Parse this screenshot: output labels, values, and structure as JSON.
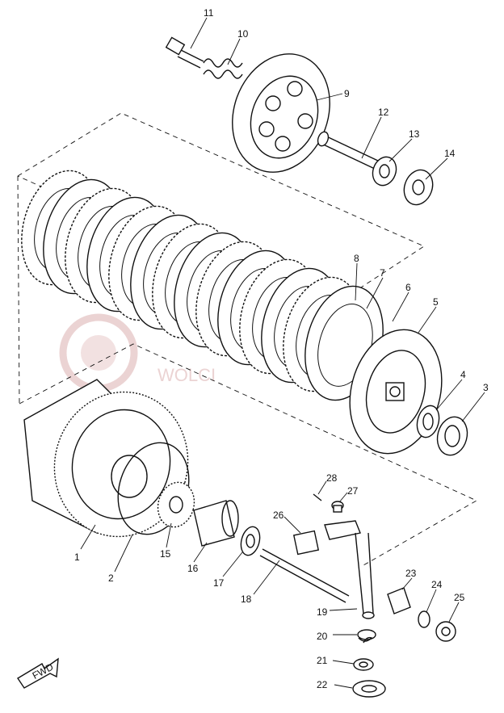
{
  "watermark": {
    "text": "WOLCI",
    "color": "#e7c9c9"
  },
  "fwd_arrow": {
    "label": "FWD"
  },
  "callouts": [
    {
      "id": "c11",
      "num": "11"
    },
    {
      "id": "c10",
      "num": "10"
    },
    {
      "id": "c9",
      "num": "9"
    },
    {
      "id": "c12",
      "num": "12"
    },
    {
      "id": "c13",
      "num": "13"
    },
    {
      "id": "c14",
      "num": "14"
    },
    {
      "id": "c8",
      "num": "8"
    },
    {
      "id": "c7",
      "num": "7"
    },
    {
      "id": "c6",
      "num": "6"
    },
    {
      "id": "c5",
      "num": "5"
    },
    {
      "id": "c4",
      "num": "4"
    },
    {
      "id": "c3",
      "num": "3"
    },
    {
      "id": "c1",
      "num": "1"
    },
    {
      "id": "c2",
      "num": "2"
    },
    {
      "id": "c15",
      "num": "15"
    },
    {
      "id": "c16",
      "num": "16"
    },
    {
      "id": "c17",
      "num": "17"
    },
    {
      "id": "c18",
      "num": "18"
    },
    {
      "id": "c19",
      "num": "19"
    },
    {
      "id": "c20",
      "num": "20"
    },
    {
      "id": "c21",
      "num": "21"
    },
    {
      "id": "c22",
      "num": "22"
    },
    {
      "id": "c23",
      "num": "23"
    },
    {
      "id": "c24",
      "num": "24"
    },
    {
      "id": "c25",
      "num": "25"
    },
    {
      "id": "c26",
      "num": "26"
    },
    {
      "id": "c27",
      "num": "27"
    },
    {
      "id": "c28",
      "num": "28"
    }
  ]
}
